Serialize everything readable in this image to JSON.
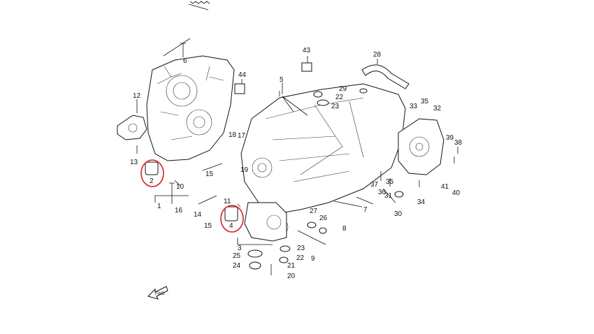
{
  "diagram": {
    "fwd_label": "FWD",
    "highlight_color": "#e02020",
    "callouts": [
      {
        "id": "c1",
        "text": "1"
      },
      {
        "id": "c2",
        "text": "2"
      },
      {
        "id": "c3",
        "text": "3"
      },
      {
        "id": "c4",
        "text": "4"
      },
      {
        "id": "c5",
        "text": "5"
      },
      {
        "id": "c6",
        "text": "6"
      },
      {
        "id": "c7",
        "text": "7"
      },
      {
        "id": "c8",
        "text": "8"
      },
      {
        "id": "c9",
        "text": "9"
      },
      {
        "id": "c10",
        "text": "10"
      },
      {
        "id": "c11",
        "text": "11"
      },
      {
        "id": "c12",
        "text": "12"
      },
      {
        "id": "c13",
        "text": "13"
      },
      {
        "id": "c14",
        "text": "14"
      },
      {
        "id": "c15a",
        "text": "15"
      },
      {
        "id": "c15b",
        "text": "15"
      },
      {
        "id": "c16",
        "text": "16"
      },
      {
        "id": "c17",
        "text": "17"
      },
      {
        "id": "c18",
        "text": "18"
      },
      {
        "id": "c19",
        "text": "19"
      },
      {
        "id": "c20",
        "text": "20"
      },
      {
        "id": "c21",
        "text": "21"
      },
      {
        "id": "c22a",
        "text": "22"
      },
      {
        "id": "c22b",
        "text": "22"
      },
      {
        "id": "c23a",
        "text": "23"
      },
      {
        "id": "c23b",
        "text": "23"
      },
      {
        "id": "c24",
        "text": "24"
      },
      {
        "id": "c25",
        "text": "25"
      },
      {
        "id": "c26",
        "text": "26"
      },
      {
        "id": "c27",
        "text": "27"
      },
      {
        "id": "c28",
        "text": "28"
      },
      {
        "id": "c29",
        "text": "29"
      },
      {
        "id": "c30",
        "text": "30"
      },
      {
        "id": "c31",
        "text": "31"
      },
      {
        "id": "c32",
        "text": "32"
      },
      {
        "id": "c33",
        "text": "33"
      },
      {
        "id": "c34",
        "text": "34"
      },
      {
        "id": "c35a",
        "text": "35"
      },
      {
        "id": "c35b",
        "text": "35"
      },
      {
        "id": "c36",
        "text": "36"
      },
      {
        "id": "c37",
        "text": "37"
      },
      {
        "id": "c38",
        "text": "38"
      },
      {
        "id": "c39",
        "text": "39"
      },
      {
        "id": "c40",
        "text": "40"
      },
      {
        "id": "c41",
        "text": "41"
      },
      {
        "id": "c43",
        "text": "43"
      },
      {
        "id": "c44",
        "text": "44"
      }
    ]
  }
}
